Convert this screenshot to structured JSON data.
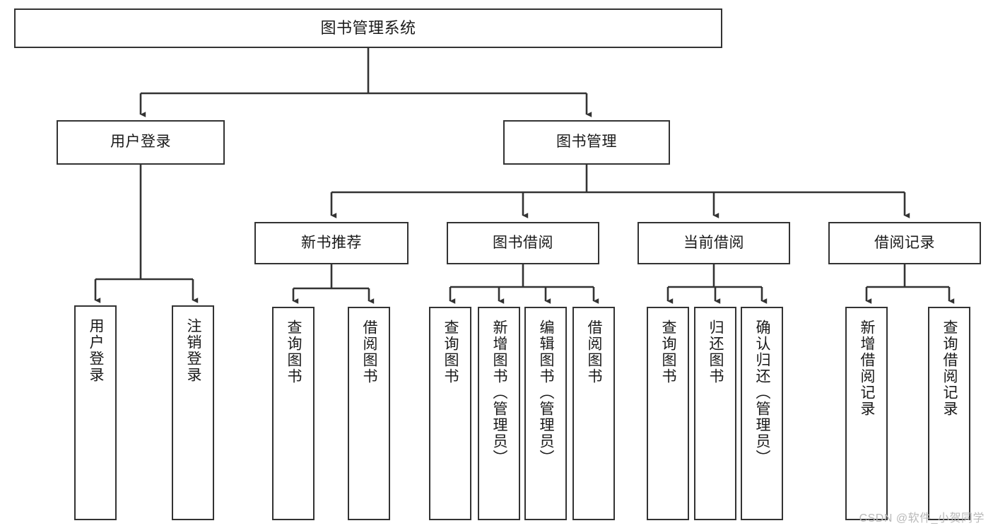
{
  "diagram": {
    "title": "图书管理系统",
    "type": "tree-hierarchy-chart",
    "colors": {
      "stroke": "#333333",
      "fill": "#ffffff",
      "text": "#1a1a1a",
      "watermark": "#b9b9b9",
      "background": "#ffffff"
    }
  },
  "nodes": {
    "root": {
      "label": "图书管理系统"
    },
    "level2": [
      {
        "id": "user-login",
        "label": "用户登录"
      },
      {
        "id": "book-management",
        "label": "图书管理"
      }
    ],
    "level3": [
      {
        "id": "new-book-recommend",
        "label": "新书推荐"
      },
      {
        "id": "book-borrow",
        "label": "图书借阅"
      },
      {
        "id": "current-borrow",
        "label": "当前借阅"
      },
      {
        "id": "borrow-record",
        "label": "借阅记录"
      }
    ],
    "leaves": {
      "user-login": [
        {
          "id": "leaf-user-login",
          "label": "用户登录"
        },
        {
          "id": "leaf-logout-login",
          "label": "注销登录"
        }
      ],
      "new-book-recommend": [
        {
          "id": "leaf-query-book-1",
          "label": "查询图书"
        },
        {
          "id": "leaf-borrow-book-1",
          "label": "借阅图书"
        }
      ],
      "book-borrow": [
        {
          "id": "leaf-query-book-2",
          "label": "查询图书"
        },
        {
          "id": "leaf-add-book",
          "label": "新增图书（管理员）"
        },
        {
          "id": "leaf-edit-book",
          "label": "编辑图书（管理员）"
        },
        {
          "id": "leaf-borrow-book-2",
          "label": "借阅图书"
        }
      ],
      "current-borrow": [
        {
          "id": "leaf-query-book-3",
          "label": "查询图书"
        },
        {
          "id": "leaf-return-book",
          "label": "归还图书"
        },
        {
          "id": "leaf-confirm-return",
          "label": "确认归还（管理员）"
        }
      ],
      "borrow-record": [
        {
          "id": "leaf-add-record",
          "label": "新增借阅记录"
        },
        {
          "id": "leaf-query-record",
          "label": "查询借阅记录"
        }
      ]
    }
  },
  "watermark": {
    "text": "CSDN @软件_小贺同学"
  }
}
